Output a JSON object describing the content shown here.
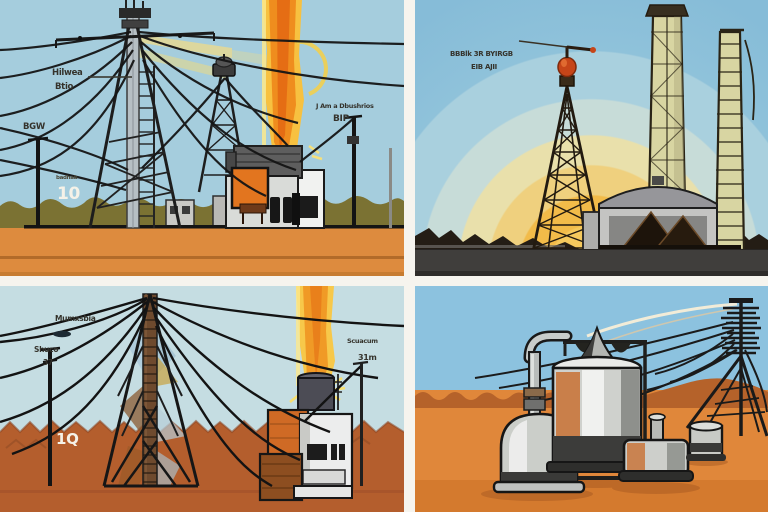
{
  "panels": {
    "top_left": {
      "labels": {
        "hilwea": "Hilwea",
        "btio": "Btio",
        "bgw": "BGW",
        "badhab": "badhab",
        "ten": "10",
        "right_caption": "J Am a Dbushrios",
        "bip": "BIP"
      }
    },
    "top_right": {
      "labels": {
        "caption_line1": "BBBlk 3R BYIRGB",
        "caption_line2": "EIB AJII"
      }
    },
    "bottom_left": {
      "labels": {
        "top_caption": "Mumxsbia",
        "shuco": "Shuco",
        "n37": "37",
        "ground_mark": "1Q",
        "right_caption": "Scuacum",
        "m31": "31m"
      }
    },
    "bottom_right": {
      "labels": {}
    }
  },
  "colors": {
    "divider": "#f6f4ee",
    "sky_top_left": "#a5cddd",
    "sky_bottom_left": "#c5dde2",
    "sky_bottom_right": "#8cc2df",
    "sunset_yellow": "#f2c353",
    "sunset_orange": "#eda83c",
    "hill_olive": "#7b7233",
    "ground_orange": "#dd8b3e",
    "ground_rust": "#b45e2d",
    "desert_orange": "#e0873a",
    "silhouette_dark": "#241d15",
    "flare_orange": "#ee8d1e",
    "flare_yellow": "#f6c93e",
    "cable_black": "#151515",
    "tank_gray": "#cfd1cd",
    "accent_orange": "#e2751f",
    "text_dark": "#35332c",
    "mark_white": "#f5f2e8"
  }
}
